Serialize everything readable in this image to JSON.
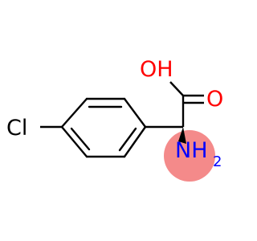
{
  "molecule": {
    "atoms": {
      "chlorine": {
        "symbol": "Cl",
        "color": "#000000"
      },
      "hydroxyl": {
        "symbol": "OH",
        "color": "#ff0000"
      },
      "carbonyl_oxygen": {
        "symbol": "O",
        "color": "#ff0000"
      },
      "amine": {
        "symbol": "NH",
        "subscript": "2",
        "color": "#0000ff"
      }
    },
    "bond_color": "#000000",
    "highlight_color": "#f48a8a"
  }
}
